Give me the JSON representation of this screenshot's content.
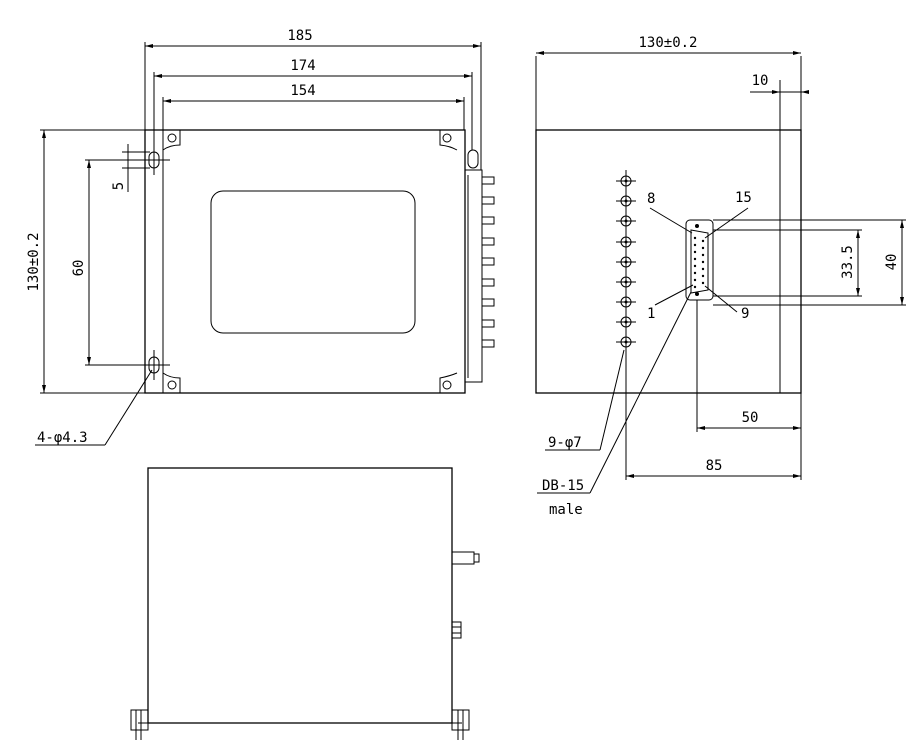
{
  "drawing": {
    "top_view": {
      "width_185": "185",
      "width_174": "174",
      "width_154": "154",
      "height": "130±0.2",
      "hole_spacing_v": "60",
      "slot_length": "5",
      "holes_callout": "4-φ4.3"
    },
    "side_view": {
      "width": "130±0.2",
      "offset_top": "10",
      "connector_height_outer": "40",
      "connector_height_inner": "33.5",
      "offset_50": "50",
      "offset_85": "85",
      "pin_8": "8",
      "pin_15": "15",
      "pin_1": "1",
      "pin_9": "9",
      "jacks_callout": "9-φ7",
      "connector_type": "DB-15",
      "connector_gender": "male"
    }
  }
}
